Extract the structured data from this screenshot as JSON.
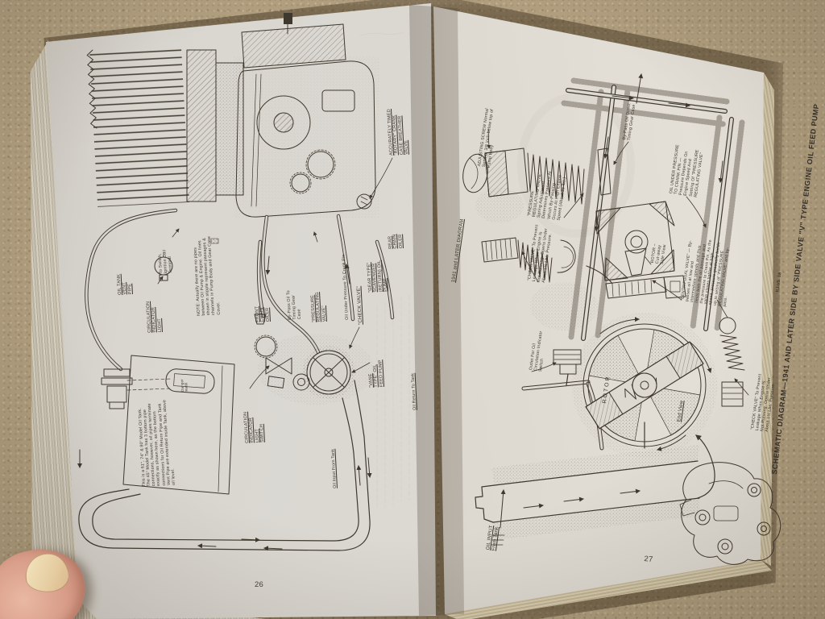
{
  "book": {
    "left_page": {
      "page_number": "26",
      "labels": {
        "vent_pipe": "OIL TANK VENT PIPE",
        "to_switch": "To Switch, Ignition Coil Terminal",
        "circulation_light": "CIRCULATION INDICATOR LIGHT",
        "note": "NOTE: Actually there are no pipes between Oil Pump & Engine. Oil lines shown in stipple represent passages & channels in Pump Body and Gear Case Cover.",
        "front_chain_oiler": "FRONT CHAIN OILER",
        "bypass_oil": "By-Pass Oil To Timing Gear Case",
        "pressure_regulating_valve": "\"PRESSURE REGULATING VALVE\"",
        "oil_under_pressure": "Oil Under Pressure To Crank Pin",
        "check_valve": "\"CHECK VALVE\"",
        "gear_pump": "\"GEAR TYPE\" SCAVENGER (RETURN) OIL PUMP",
        "rear_chain_oiler": "REAR CHAIN OILER",
        "breather_valve": "ACCURATELY TIMED \"ROTARY\" CRANK CASE BREATHER VALVE",
        "vane_pump": "\"VANE TYPE\" OIL FEED PUMP",
        "circulation_switch": "CIRCULATION INDICATOR LIGHT SWITCH",
        "oil_return": "Oil Return To Tank",
        "oil_input": "Oil Input From Tank",
        "tank_note": "This is a 61\", 74\" & 80\" Model Oil Tank. The 45\" Model Tank has 3 bottom pipe connections, however, oil pipes terminate exactly as shown here, as the bottom connections for Oil Return Pipe and Tank Vent Pipe are extended inside Tank, above oil level.",
        "danger_refill": "Danger Refill"
      }
    },
    "right_page": {
      "page_number": "27",
      "header": "1941 and LATER DIAGRAM",
      "illustration_number": "ILLUS. 18",
      "caption": "SCHEMATIC DIAGRAM—1941 AND LATER SIDE BY SIDE VALVE \"V\" TYPE ENGINE OIL FEED PUMP",
      "labels": {
        "adjusting_screw": "ADJUSTING SCREW Normal Setting: 3/8 inch below top of Pump Body",
        "pressure_regulating_valve": "\"PRESSURE REGULATING VALVE\" Spring Adjustment Determines Pressure At Which By-Passing Occurs At High Engine Speed (About 35 lbs.)",
        "bypass_direct": "By-Pass Oil Direct To Timing Gear Case",
        "oil_under_pressure": "OIL UNDER PRESSURE TO CRANK PIN — Pressure Depends On Engine Speed And Setting Of \"PRESSURE REGULATING VALVE\"",
        "check_valve_upper": "\"CHECK VALVE\" To Prevent Leakage When Engine Is Not Running. Opens Under About 1½ Lbs. Pressure.",
        "centrifugal_valve": "\"CENTRIFUGAL VALVE\" — By-passes oil at low and intermediate speeds and thus limits both the oil passage and the pressure to Crank Pin. As the valve closes tighter at high speed, pressure gradually builds up to setting of \"PRESSURE REGULATING VALVE\" and by-pass.",
        "rotor_side_view": "ROTOR – Cut-away Side View",
        "rotor": "ROTOR",
        "end_view": "End View",
        "outlet": "Outlet For Oil Circulation Indicator Switch",
        "check_valve_lower": "\"CHECK VALVE\" To Prevent Leakage When Engine Is Not Running. Opens Under About 1½ Lbs. Pressure.",
        "oil_input": "OIL INPUT From Tank"
      }
    }
  },
  "colors": {
    "carpet": "#b09e7f",
    "paper_left": "#d7d4ce",
    "paper_right": "#ddd9d1",
    "ink": "#3f382e",
    "thumb_skin": "#d79c87",
    "thumb_nail": "#ead7ae"
  }
}
